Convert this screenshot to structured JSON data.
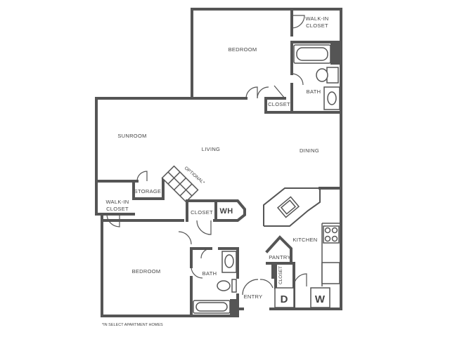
{
  "rooms": {
    "bedroom_top": "BEDROOM",
    "walkin_closet_top": [
      "WALK-IN",
      "CLOSET"
    ],
    "bath_top": "BATH",
    "closet_top": "CLOSET",
    "sunroom": "SUNROOM",
    "living": "LIVING",
    "dining": "DINING",
    "optional": "OPTIONAL*",
    "storage": "STORAGE",
    "walkin_closet_left": [
      "WALK-IN",
      "CLOSET"
    ],
    "closet_mid": "CLOSET",
    "water_heater": "WH",
    "kitchen": "KITCHEN",
    "pantry": "PANTRY",
    "closet_entry": "CLOSET",
    "bedroom_bottom": "BEDROOM",
    "bath_bottom": "BATH",
    "entry": "ENTRY",
    "dryer": "D",
    "washer": "W"
  },
  "footnote": "*IN SELECT APARTMENT HOMES"
}
